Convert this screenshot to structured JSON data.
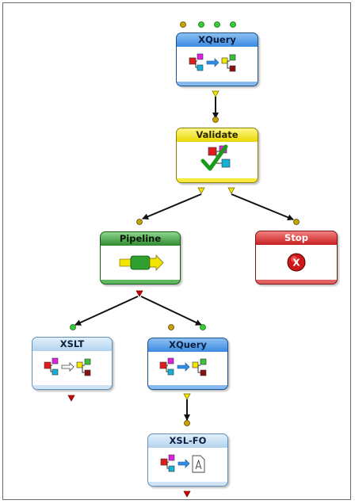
{
  "diagram": {
    "nodes": [
      {
        "id": "xquery-1",
        "label": "XQuery",
        "kind": "xquery",
        "color": "#2f7fd8"
      },
      {
        "id": "validate",
        "label": "Validate",
        "kind": "validate",
        "color": "#e6d400"
      },
      {
        "id": "pipeline",
        "label": "Pipeline",
        "kind": "pipeline",
        "color": "#2f8a2f"
      },
      {
        "id": "stop",
        "label": "Stop",
        "kind": "stop",
        "color": "#d02a2a"
      },
      {
        "id": "xslt",
        "label": "XSLT",
        "kind": "xslt",
        "color": "#a9cdea"
      },
      {
        "id": "xquery-2",
        "label": "XQuery",
        "kind": "xquery",
        "color": "#2f7fd8"
      },
      {
        "id": "xsl-fo",
        "label": "XSL-FO",
        "kind": "xslfo",
        "color": "#a9cdea"
      }
    ],
    "stop_symbol": "X"
  },
  "colors": {
    "port_green": "#33cc33",
    "port_gold": "#c8a000",
    "port_red": "#cc0000",
    "arrow_yellow": "#f2e600",
    "connector": "#111111"
  }
}
